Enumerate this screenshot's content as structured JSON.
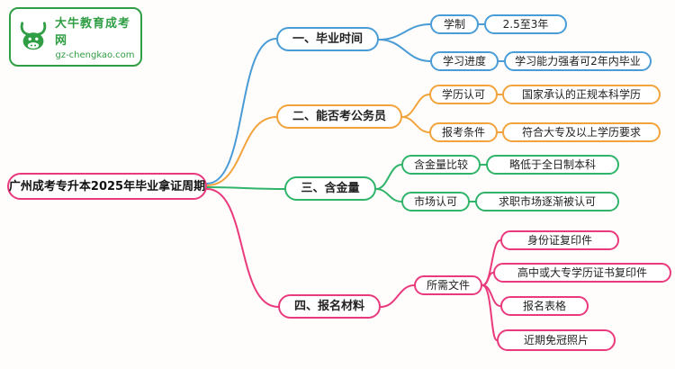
{
  "logo": {
    "title": "大牛教育成考网",
    "subtitle": "gz-chengkao.com",
    "color": "#2f9e44",
    "icon": "bull-icon"
  },
  "root": {
    "label": "广州成考专升本2025年毕业拿证周期",
    "color": "#e93a7d"
  },
  "branches": [
    {
      "label": "一、毕业时间",
      "color": "#4a9cd6",
      "children": [
        {
          "label": "学制",
          "value": "2.5至3年"
        },
        {
          "label": "学习进度",
          "value": "学习能力强者可2年内毕业"
        }
      ]
    },
    {
      "label": "二、能否考公务员",
      "color": "#f2a33c",
      "children": [
        {
          "label": "学历认可",
          "value": "国家承认的正规本科学历"
        },
        {
          "label": "报考条件",
          "value": "符合大专及以上学历要求"
        }
      ]
    },
    {
      "label": "三、含金量",
      "color": "#2fb46a",
      "children": [
        {
          "label": "含金量比较",
          "value": "略低于全日制本科"
        },
        {
          "label": "市场认可",
          "value": "求职市场逐渐被认可"
        }
      ]
    },
    {
      "label": "四、报名材料",
      "color": "#e93a7d",
      "children": [
        {
          "label": "所需文件",
          "items": [
            "身份证复印件",
            "高中或大专学历证书复印件",
            "报名表格",
            "近期免冠照片"
          ]
        }
      ]
    }
  ]
}
